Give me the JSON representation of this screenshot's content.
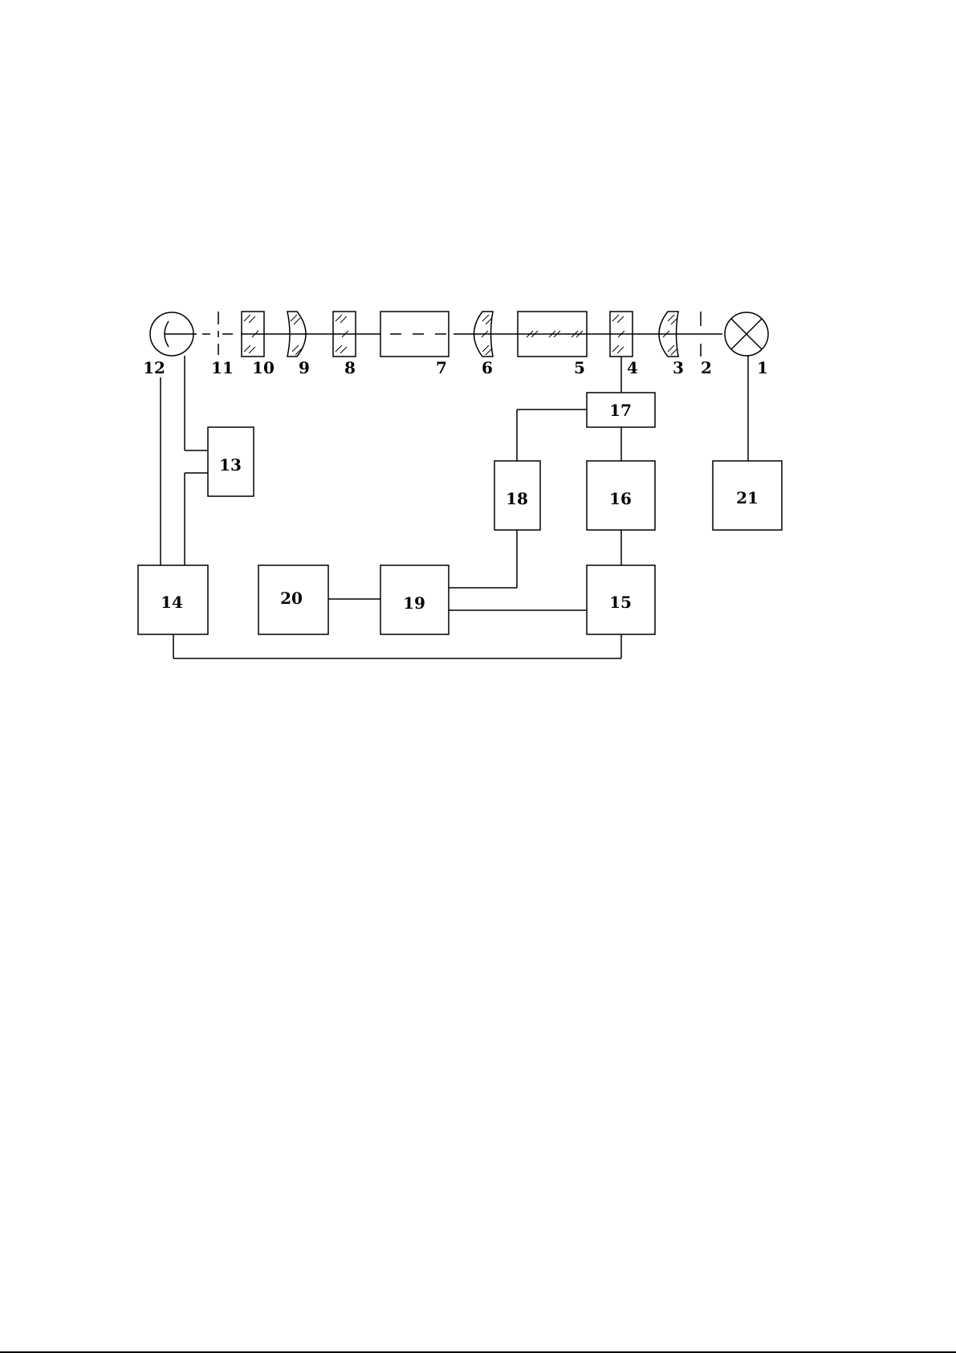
{
  "labels": {
    "l1": "1",
    "l2": "2",
    "l3": "3",
    "l4": "4",
    "l5": "5",
    "l6": "6",
    "l7": "7",
    "l8": "8",
    "l9": "9",
    "l10": "10",
    "l11": "11",
    "l12": "12"
  },
  "blocks": {
    "b13": "13",
    "b14": "14",
    "b15": "15",
    "b16": "16",
    "b17": "17",
    "b18": "18",
    "b19": "19",
    "b20": "20",
    "b21": "21"
  }
}
